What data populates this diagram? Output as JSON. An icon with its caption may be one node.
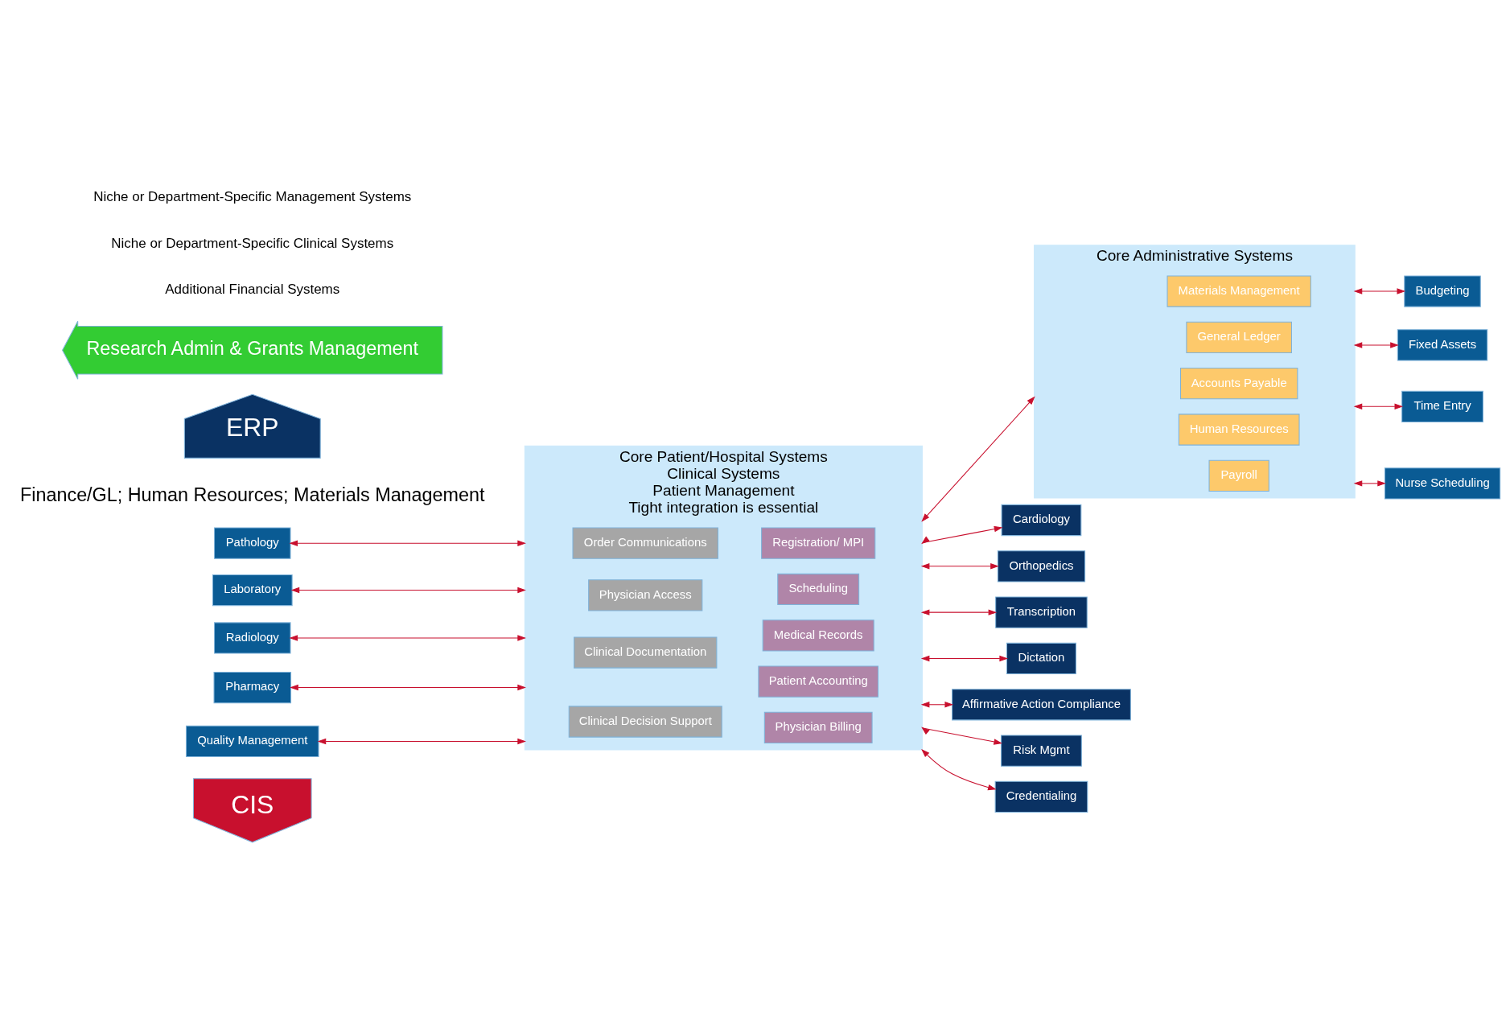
{
  "diagram": {
    "nodes": [
      {
        "text": [
          "CIS"
        ]
      },
      {
        "text": [
          "Core Patient/Hospital Systems",
          "Clinical Systems",
          "Patient Management",
          "Tight integration is essential"
        ]
      },
      {
        "text": [
          "Order Communications"
        ],
        "in": 1
      },
      {
        "text": [
          "Physician Access"
        ],
        "in": 1
      },
      {
        "text": [
          "Clinical Documentation"
        ],
        "in": 1
      },
      {
        "text": [
          "Clinical Decision Support"
        ],
        "in": 1
      },
      {
        "text": [
          "Registration/ MPI"
        ],
        "in": 1
      },
      {
        "text": [
          "Scheduling"
        ],
        "in": 1
      },
      {
        "text": [
          "Medical Records"
        ],
        "in": 1
      },
      {
        "text": [
          "Patient Accounting"
        ],
        "in": 1
      },
      {
        "text": [
          "Physician Billing"
        ],
        "in": 1
      },
      {
        "text": [
          "Core Administrative Systems"
        ]
      },
      {
        "text": [
          "Materials Management"
        ],
        "in": 11
      },
      {
        "text": [
          "General Ledger"
        ],
        "in": 11
      },
      {
        "text": [
          "Accounts Payable"
        ],
        "in": 11
      },
      {
        "text": [
          "Human Resources"
        ],
        "in": 11
      },
      {
        "text": [
          "Payroll"
        ],
        "in": 11
      },
      {
        "text": [
          "Budgeting"
        ]
      },
      {
        "text": [
          "Fixed Assets"
        ]
      },
      {
        "text": [
          "Time Entry"
        ]
      },
      {
        "text": [
          "Nurse Scheduling"
        ]
      },
      {
        "text": [
          "Pathology"
        ]
      },
      {
        "text": [
          "Laboratory"
        ]
      },
      {
        "text": [
          "Radiology"
        ]
      },
      {
        "text": [
          "Pharmacy"
        ]
      },
      {
        "text": [
          "Quality Management"
        ]
      },
      {
        "text": [
          "Cardiology"
        ]
      },
      {
        "text": [
          "Orthopedics"
        ]
      },
      {
        "text": [
          "Transcription"
        ]
      },
      {
        "text": [
          "Dictation"
        ]
      },
      {
        "text": [
          "Affirmative Action Compliance"
        ]
      },
      {
        "text": [
          "Risk Mgmt"
        ]
      },
      {
        "text": [
          "Credentialing"
        ]
      },
      {
        "text": [
          "ERP"
        ],
        "beside": [
          "Finance/GL; Human Resources; Materials Management"
        ]
      },
      {
        "text": [
          "Research Admin & Grants Management"
        ]
      }
    ],
    "edges": [
      {
        "from": 21,
        "to": 1,
        "arrow": "both"
      },
      {
        "from": 22,
        "to": 1,
        "arrow": "both"
      },
      {
        "from": 23,
        "to": 1,
        "arrow": "both"
      },
      {
        "from": 24,
        "to": 1,
        "arrow": "both"
      },
      {
        "from": 25,
        "to": 1,
        "arrow": "both"
      },
      {
        "from": 1,
        "to": 11,
        "arrow": "both"
      },
      {
        "from": 11,
        "to": 17,
        "arrow": "both"
      },
      {
        "from": 11,
        "to": 18,
        "arrow": "both"
      },
      {
        "from": 11,
        "to": 19,
        "arrow": "both"
      },
      {
        "from": 11,
        "to": 20,
        "arrow": "both"
      },
      {
        "from": 1,
        "to": 26,
        "arrow": "both"
      },
      {
        "from": 1,
        "to": 27,
        "arrow": "both"
      },
      {
        "from": 1,
        "to": 28,
        "arrow": "both"
      },
      {
        "from": 1,
        "to": 29,
        "arrow": "both"
      },
      {
        "from": 1,
        "to": 30,
        "arrow": "both"
      },
      {
        "from": 1,
        "to": 31,
        "arrow": "both"
      },
      {
        "from": 1,
        "to": 32,
        "arrow": "both"
      }
    ],
    "labels": [
      "Additional Financial Systems",
      "Niche or Department-Specific Clinical Systems",
      "Niche or Department-Specific Management Systems"
    ]
  }
}
